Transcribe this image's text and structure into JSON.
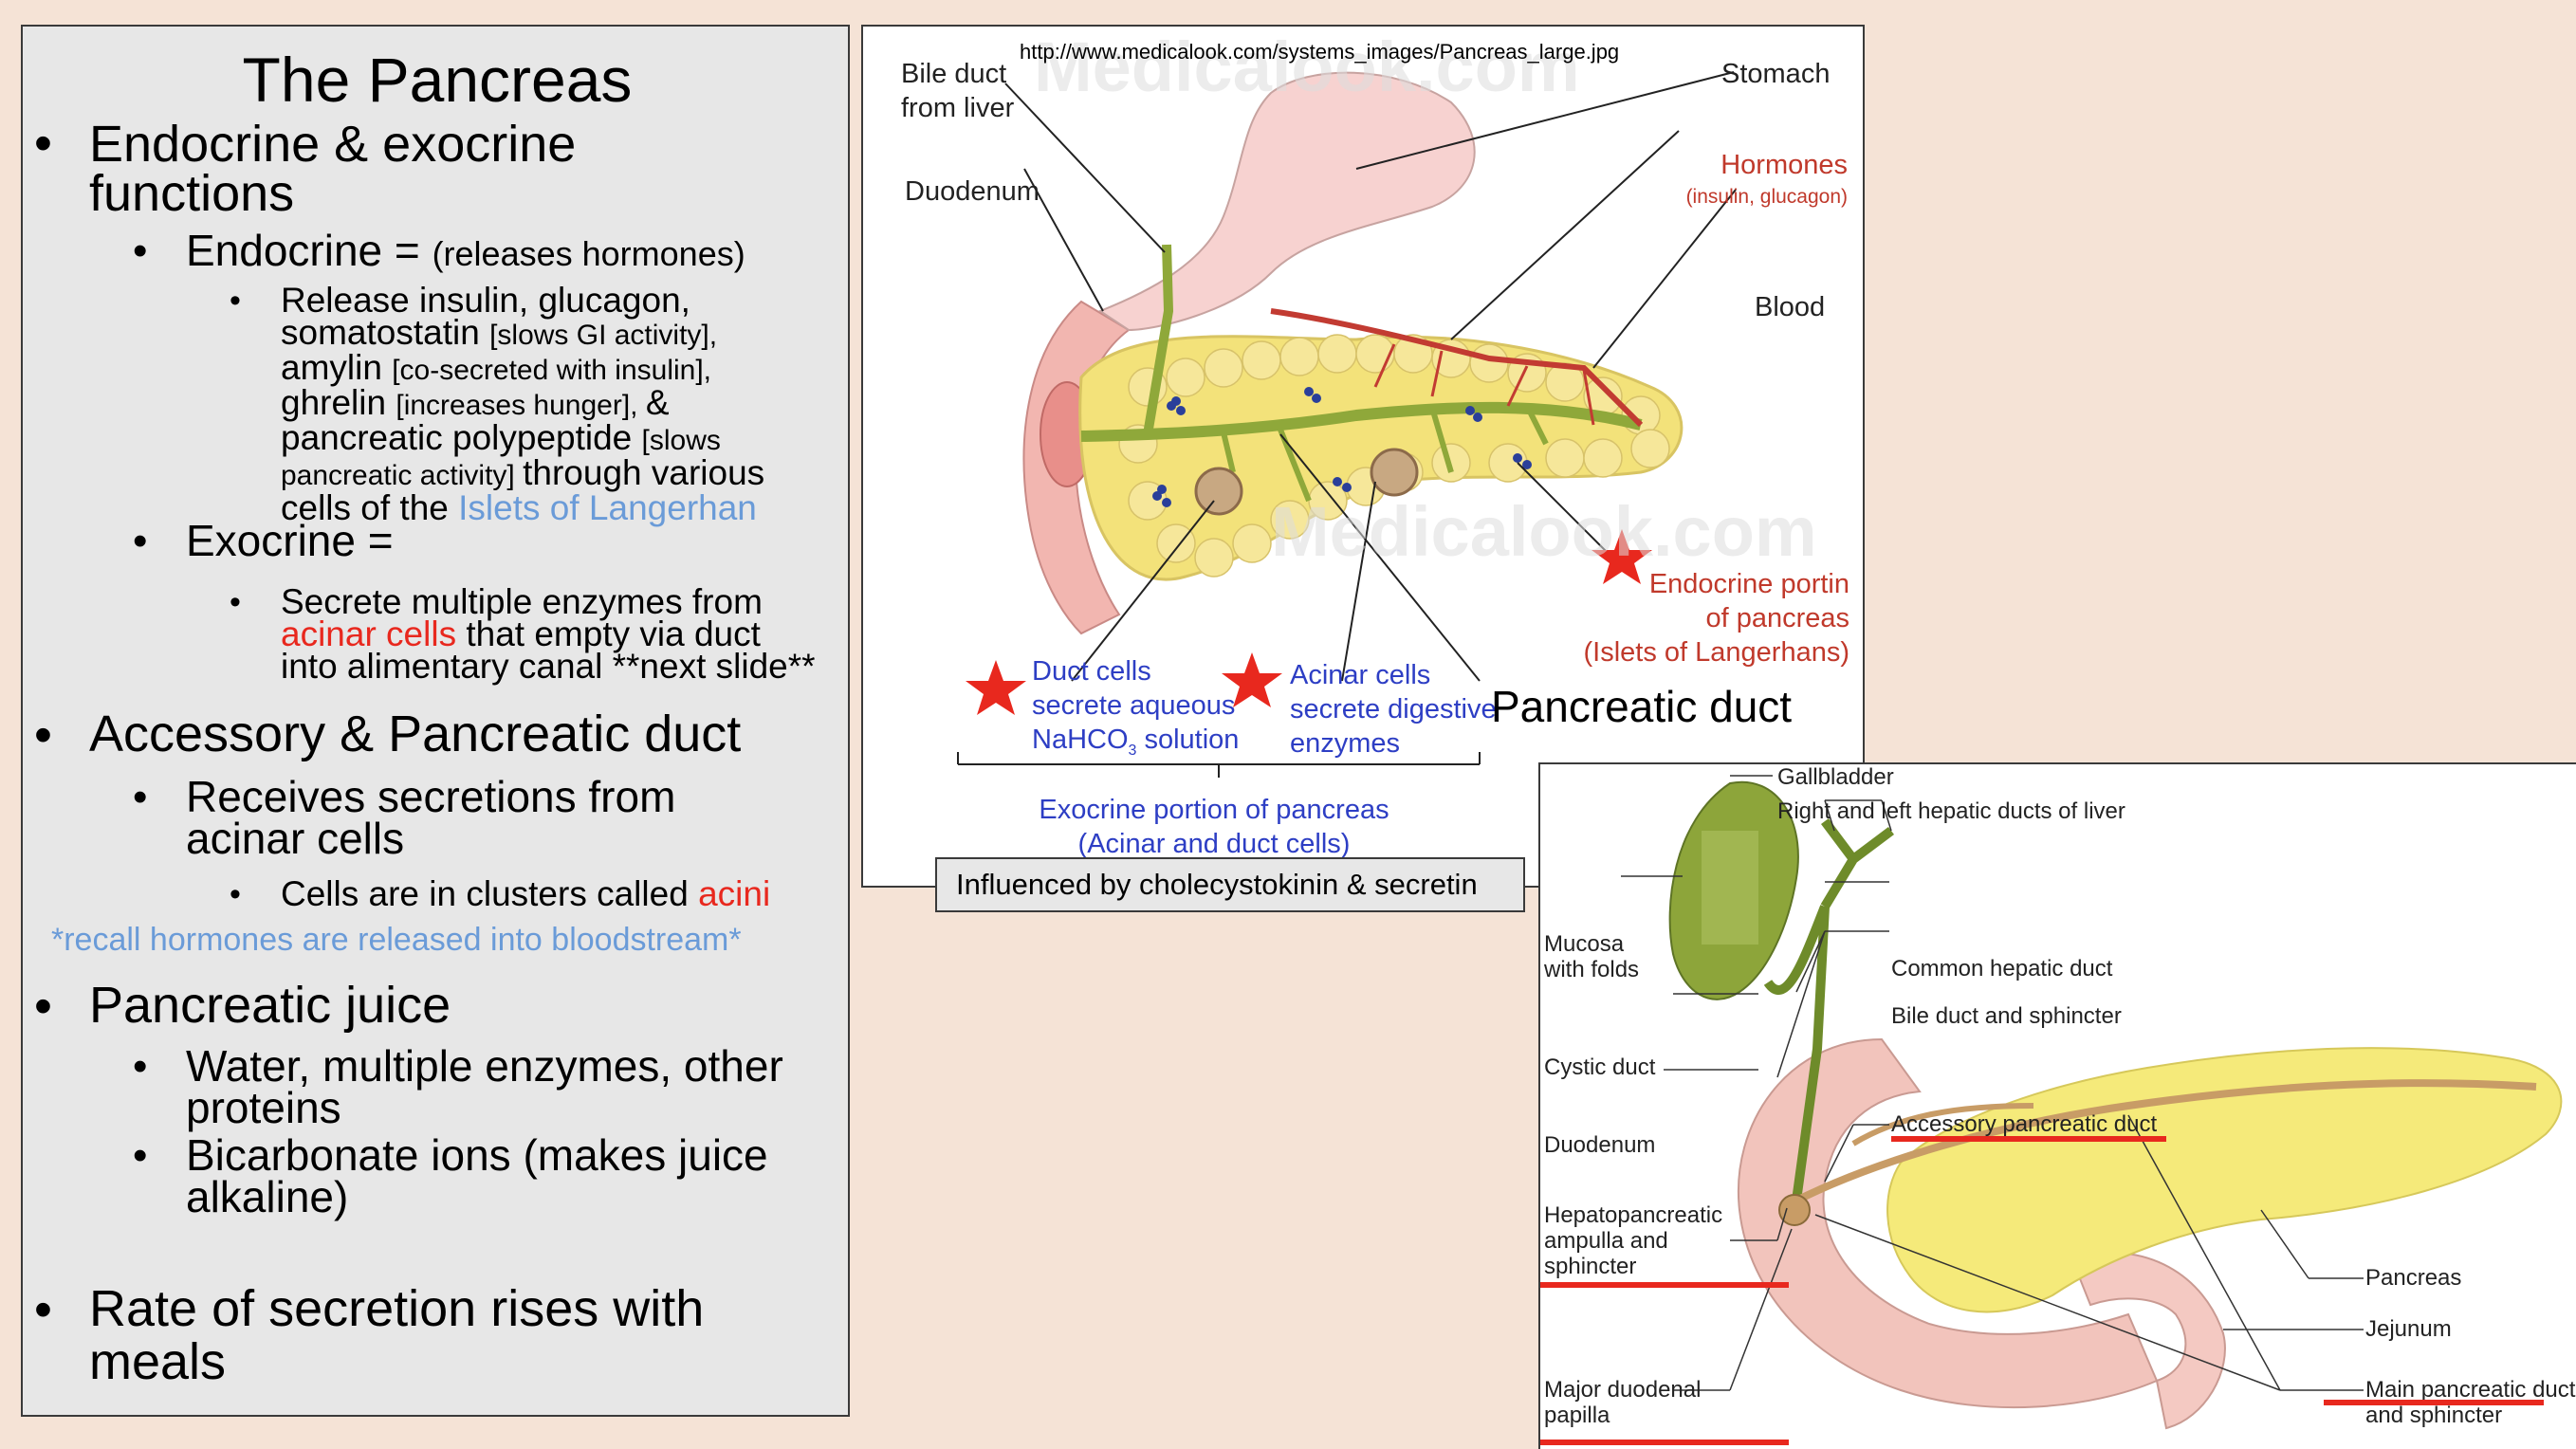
{
  "left": {
    "title": "The Pancreas",
    "b1_functions_line1": "Endocrine & exocrine",
    "b1_functions_line2": "functions",
    "endocrine_label": "Endocrine = ",
    "endocrine_note": "(releases hormones)",
    "endo_l1": "Release insulin, glucagon,",
    "endo_l2_a": "somatostatin ",
    "endo_l2_b": "[slows GI activity],",
    "endo_l3_a": "amylin ",
    "endo_l3_b": "[co-secreted with insulin],",
    "endo_l4_a": "ghrelin ",
    "endo_l4_b": "[increases hunger], ",
    "endo_l4_c": "&",
    "endo_l5_a": "pancreatic polypeptide ",
    "endo_l5_b": "[slows",
    "endo_l6_a": "pancreatic activity] ",
    "endo_l6_b": "through various",
    "endo_l7_a": "cells of the ",
    "endo_l7_b": "Islets of Langerhan",
    "exocrine_label": "Exocrine =",
    "exo_l1": "Secrete multiple enzymes from",
    "exo_l2_a": "acinar cells",
    "exo_l2_b": "  that empty via duct",
    "exo_l3": "into alimentary canal **next slide**",
    "acc_title": "Accessory & Pancreatic duct",
    "acc_l1": "Receives secretions from",
    "acc_l2": "acinar cells",
    "acc_sub_a": "Cells are in clusters called ",
    "acc_sub_b": "acini",
    "recall": "*recall hormones are released into bloodstream*",
    "juice_title": "Pancreatic juice",
    "juice_1a": "Water, multiple enzymes, other",
    "juice_1b": "proteins",
    "juice_2a": "Bicarbonate ions (makes juice",
    "juice_2b": "alkaline)",
    "rate": "Rate of secretion rises with meals"
  },
  "top_diagram": {
    "url": "http://www.medicalook.com/systems_images/Pancreas_large.jpg",
    "watermark": "Medicalook.com",
    "bile_duct_1": "Bile duct",
    "bile_duct_2": "from liver",
    "stomach": "Stomach",
    "duodenum": "Duodenum",
    "hormones": "Hormones",
    "hormones_sub": "(insulin, glucagon)",
    "blood": "Blood",
    "endo_portion_1": "Endocrine portin",
    "endo_portion_2": "of pancreas",
    "endo_portion_3": "(Islets of Langerhans)",
    "duct_cells_1": "Duct cells",
    "duct_cells_2": "secrete aqueous",
    "duct_cells_3": "NaHCO",
    "duct_cells_3_sub": "3",
    "duct_cells_3_end": " solution",
    "acinar_1": "Acinar cells",
    "acinar_2": "secrete digestive",
    "acinar_3": "enzymes",
    "pancreatic_duct": "Pancreatic duct",
    "exocrine_1": "Exocrine portion of pancreas",
    "exocrine_2": "(Acinar and duct cells)",
    "influence": "Influenced by cholecystokinin & secretin"
  },
  "bottom_diagram": {
    "gallbladder": "Gallbladder",
    "hepatic_ducts": "Right and left hepatic ducts of liver",
    "mucosa_1": "Mucosa",
    "mucosa_2": "with folds",
    "common_hepatic": "Common hepatic duct",
    "bile_sphincter": "Bile duct and sphincter",
    "cystic": "Cystic duct",
    "duodenum": "Duodenum",
    "accessory": "Accessory pancreatic duct",
    "hepato_1": "Hepatopancreatic",
    "hepato_2": "ampulla and",
    "hepato_3": "sphincter",
    "pancreas": "Pancreas",
    "jejunum": "Jejunum",
    "major_1": "Major duodenal",
    "major_2": "papilla",
    "main_1": "Main pancreatic duct",
    "main_2": "and sphincter"
  },
  "colors": {
    "background": "#f5e3d6",
    "panel": "#e7e7e7",
    "accent_red": "#e8281e",
    "accent_blue": "#6a9bd8",
    "label_blue": "#2d3ec4",
    "label_red": "#c0392b",
    "pancreas_yellow": "#f3e27a",
    "duct_green": "#8fa83a"
  }
}
